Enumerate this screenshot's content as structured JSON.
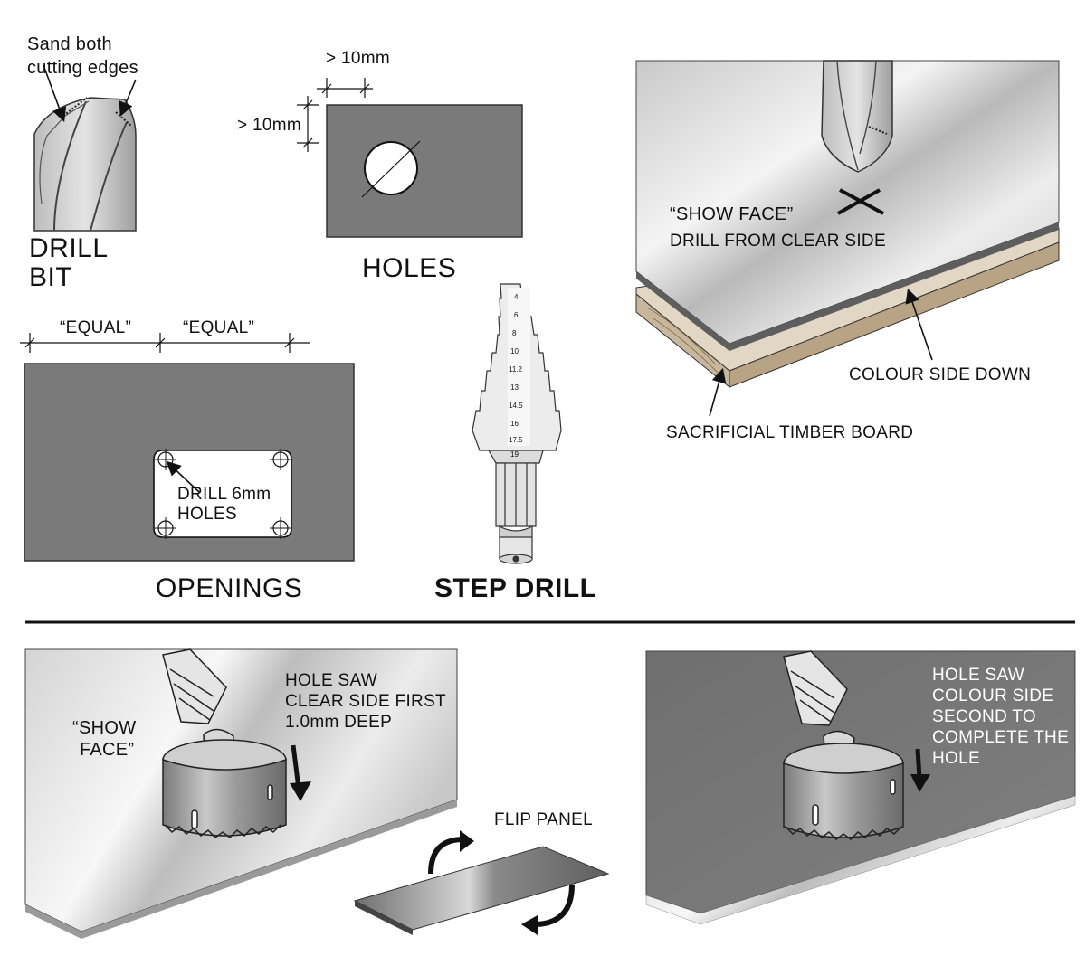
{
  "drill_bit": {
    "annotation_line1": "Sand both",
    "annotation_line2": "cutting edges",
    "title_line1": "DRILL",
    "title_line2": "BIT"
  },
  "holes": {
    "dim_top": "> 10mm",
    "dim_left": "> 10mm",
    "title": "HOLES"
  },
  "openings": {
    "dim_left": "“EQUAL”",
    "dim_right": "“EQUAL”",
    "note_line1": "DRILL 6mm",
    "note_line2": "HOLES",
    "title": "OPENINGS"
  },
  "step_drill": {
    "title": "STEP DRILL",
    "sizes": [
      "4",
      "6",
      "8",
      "10",
      "11.2",
      "13",
      "14.5",
      "16",
      "17.5",
      "19"
    ]
  },
  "drilling_setup": {
    "show_face": "“SHOW FACE”",
    "drill_from": "DRILL FROM CLEAR SIDE",
    "colour_side": "COLOUR SIDE DOWN",
    "timber_board": "SACRIFICIAL TIMBER BOARD"
  },
  "hole_saw_step1": {
    "show_face_line1": "“SHOW",
    "show_face_line2": "FACE”",
    "instruction_line1": "HOLE SAW",
    "instruction_line2": "CLEAR SIDE FIRST",
    "instruction_line3": "1.0mm DEEP"
  },
  "flip": {
    "label": "FLIP PANEL"
  },
  "hole_saw_step2": {
    "instruction_line1": "HOLE SAW",
    "instruction_line2": "COLOUR SIDE",
    "instruction_line3": "SECOND TO",
    "instruction_line4": "COMPLETE THE",
    "instruction_line5": "HOLE"
  },
  "colors": {
    "panel_grey": "#7a7a7a",
    "metal_light": "#e6e6e6",
    "ink": "#111111"
  }
}
